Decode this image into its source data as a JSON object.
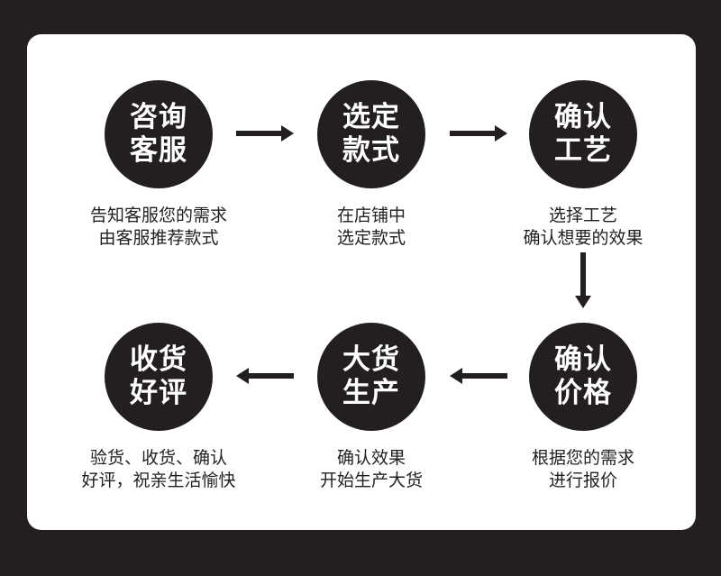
{
  "steps": [
    {
      "title": [
        "咨询",
        "客服"
      ],
      "desc": [
        "告知客服您的需求",
        "由客服推荐款式"
      ]
    },
    {
      "title": [
        "选定",
        "款式"
      ],
      "desc": [
        "在店铺中",
        "选定款式"
      ]
    },
    {
      "title": [
        "确认",
        "工艺"
      ],
      "desc": [
        "选择工艺",
        "确认想要的效果"
      ]
    },
    {
      "title": [
        "确认",
        "价格"
      ],
      "desc": [
        "根据您的需求",
        "进行报价"
      ]
    },
    {
      "title": [
        "大货",
        "生产"
      ],
      "desc": [
        "确认效果",
        "开始生产大货"
      ]
    },
    {
      "title": [
        "收货",
        "好评"
      ],
      "desc": [
        "验货、收货、确认",
        "好评，祝亲生活愉快"
      ]
    }
  ],
  "colors": {
    "background": "#231f20",
    "card": "#ffffff",
    "circle": "#231f20",
    "text": "#231f20"
  }
}
